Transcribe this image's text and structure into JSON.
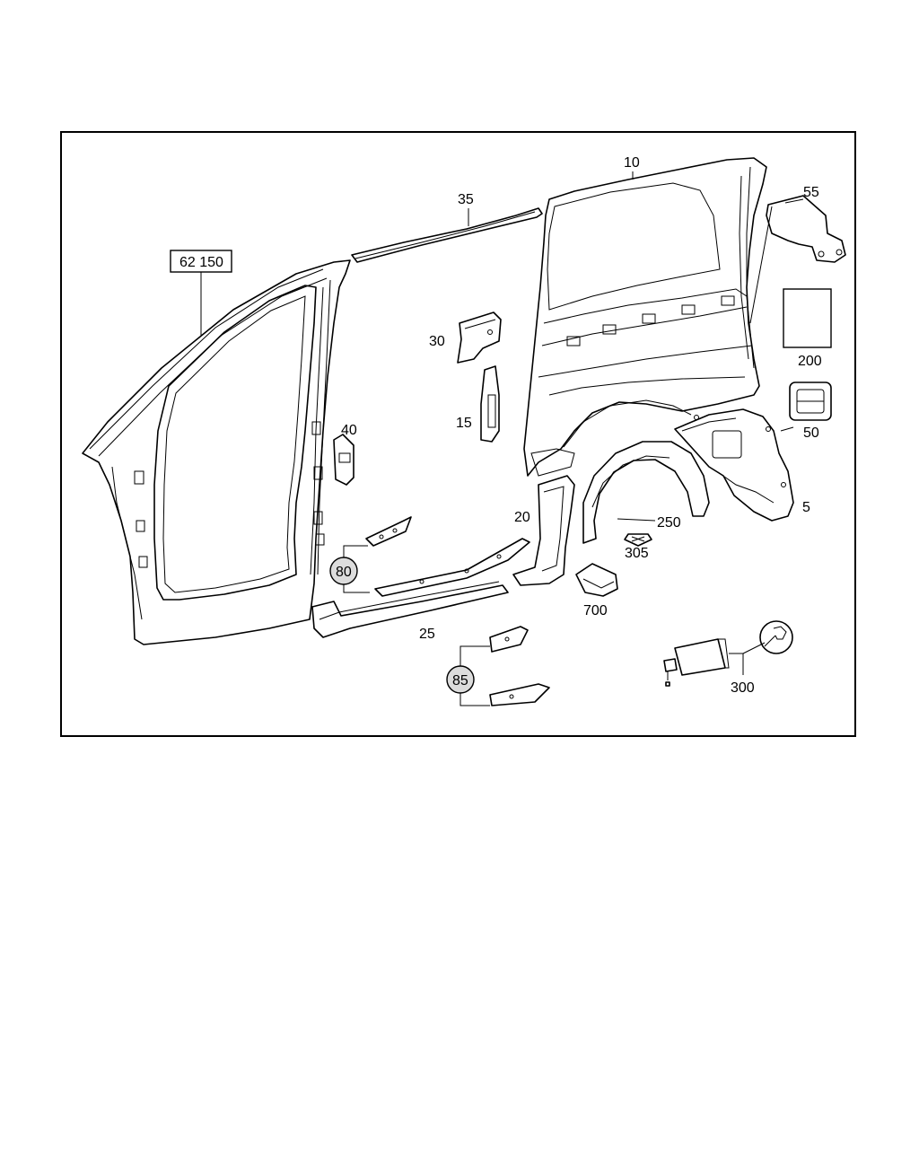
{
  "callouts": {
    "c10": "10",
    "c35": "35",
    "c55": "55",
    "c62150": "62 150",
    "c30": "30",
    "c200": "200",
    "c40": "40",
    "c15": "15",
    "c50": "50",
    "c5": "5",
    "c20": "20",
    "c250": "250",
    "c305": "305",
    "c80": "80",
    "c700": "700",
    "c25": "25",
    "c85": "85",
    "c300": "300"
  }
}
